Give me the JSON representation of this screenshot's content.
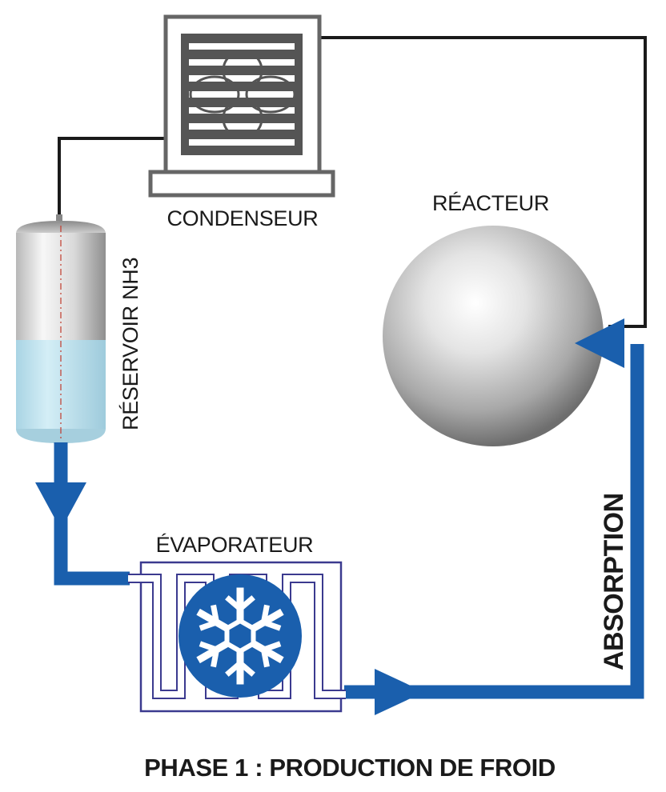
{
  "diagram": {
    "title": "PHASE 1 : PRODUCTION DE FROID",
    "components": {
      "condenser": {
        "label": "CONDENSEUR",
        "icon": "condenser-fan-icon"
      },
      "reactor": {
        "label": "RÉACTEUR",
        "icon": "sphere-icon"
      },
      "reservoir": {
        "label": "RÉSERVOIR NH3",
        "icon": "tank-icon"
      },
      "evaporator": {
        "label": "ÉVAPORATEUR",
        "icon": "snowflake-icon"
      }
    },
    "flow": {
      "label": "ABSORPTION"
    },
    "colors": {
      "flow_blue": "#1a5fad",
      "pipe_black": "#1a1a1a",
      "condenser_gray": "#666666",
      "coil_purple": "#3b3a8f",
      "liquid": "#bfe2ee"
    }
  }
}
